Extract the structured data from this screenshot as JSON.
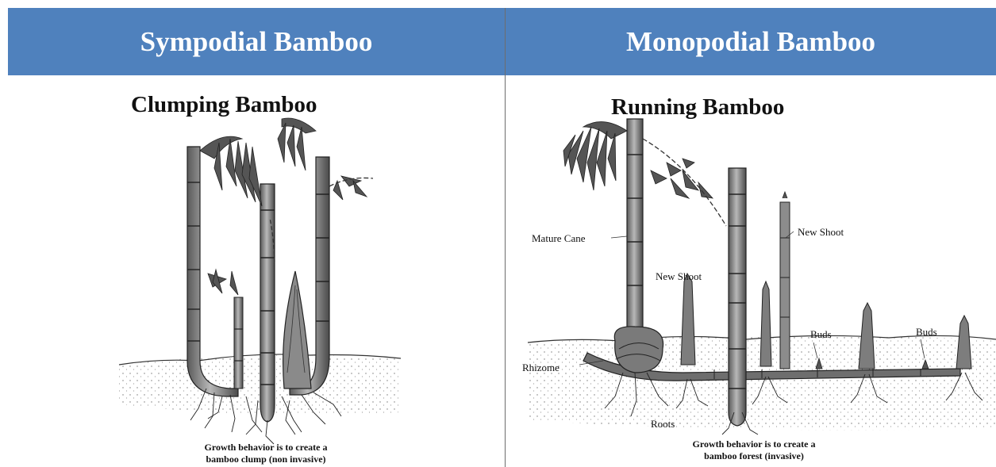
{
  "headers": {
    "left": "Sympodial Bamboo",
    "right": "Monopodial Bamboo"
  },
  "left_panel": {
    "title": "Clumping Bamboo",
    "caption_line1": "Growth behavior is to create a",
    "caption_line2": "bamboo clump (non invasive)"
  },
  "right_panel": {
    "title": "Running Bamboo",
    "labels": {
      "mature_cane": "Mature Cane",
      "new_shoot_1": "New Shoot",
      "new_shoot_2": "New Shoot",
      "rhizome": "Rhizome",
      "buds_1": "Buds",
      "buds_2": "Buds",
      "roots": "Roots"
    },
    "caption_line1": "Growth behavior is to create a",
    "caption_line2": "bamboo forest (invasive)"
  },
  "colors": {
    "header_bg": "#4f81bd",
    "header_text": "#ffffff",
    "divider": "#6d6d6d"
  }
}
